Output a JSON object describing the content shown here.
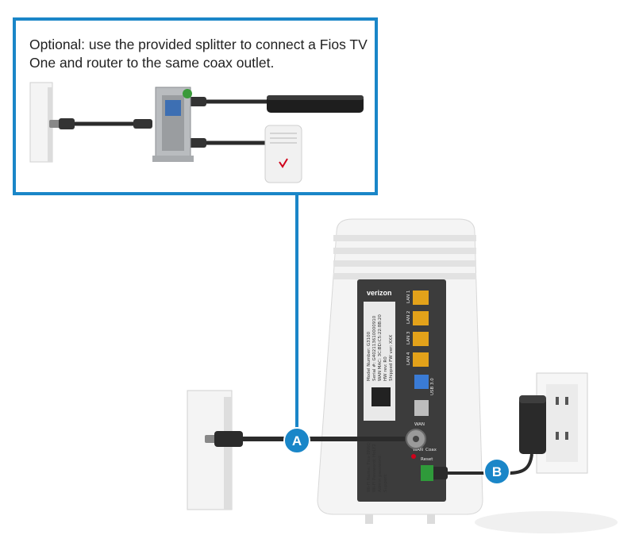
{
  "callout": {
    "text": "Optional: use the provided splitter to connect a Fios TV One and router to the same coax outlet."
  },
  "markers": {
    "a": "A",
    "b": "B"
  },
  "router": {
    "brand": "verizon",
    "ports": {
      "lan1": "LAN 1",
      "lan2": "LAN 2",
      "lan3": "LAN 3",
      "lan4": "LAN 4",
      "usb": "USB 3.0",
      "wan": "WAN",
      "coax": "Coax",
      "reset": "Reset"
    },
    "sticker_lines": [
      "Model Number: G3100",
      "Serial #: G402113610000910",
      "WAN MAC: 3C:BD:C5:22:8B:20",
      "HW rev: R0",
      "Shipped FW ver: XXX"
    ],
    "wifi_lines": [
      "Wi-Fi Name: Fios-8N6Q",
      "Wi-Fi Password: HoLY2",
      "Admin password:",
      "Support:"
    ]
  },
  "colors": {
    "accent": "#1a86c8",
    "lan_ports": "#e3a21a",
    "usb_port": "#3a7bd5",
    "panel": "#3c3c3c",
    "cable": "#2b2b2b"
  }
}
